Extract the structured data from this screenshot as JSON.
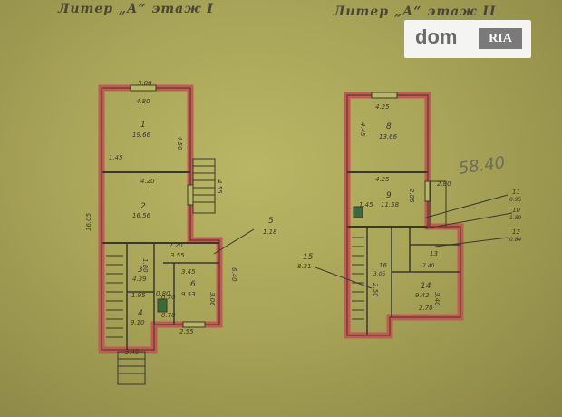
{
  "header": {
    "floor1_title": "Литер „А“ этаж I",
    "floor2_title": "Литер „А“ этаж II"
  },
  "logo": {
    "part1": "dom",
    "part2": "RIA"
  },
  "colors": {
    "wall": "#c35a52",
    "ink": "#3a382c",
    "paper": "#a8a458"
  },
  "floor1": {
    "dims": [
      "5.06",
      "4.80",
      "4.50",
      "4.20",
      "4.55",
      "16.05",
      "6.40",
      "3.45",
      "3.06",
      "2.55",
      "3.40",
      "0.70"
    ],
    "rooms": [
      {
        "num": "1",
        "area": "19.66"
      },
      {
        "num": "2",
        "area": "16.56"
      },
      {
        "num": "3",
        "area": "4.39"
      },
      {
        "num": "4",
        "area": "9.10"
      },
      {
        "num": "5",
        "area": "1.18"
      },
      {
        "num": "6",
        "area": "9.53"
      }
    ],
    "misc": [
      "2.20",
      "3.55",
      "1.80",
      "1.95",
      "0.80",
      "1.45",
      "0.70"
    ]
  },
  "floor2": {
    "dims": [
      "4.25",
      "4.45",
      "4.25",
      "2.85",
      "3.40",
      "2.70",
      "2.50",
      "1.45",
      "2.80"
    ],
    "rooms": [
      {
        "num": "8",
        "area": "13.66"
      },
      {
        "num": "9",
        "area": "11.58"
      },
      {
        "num": "11",
        "area": "0.95"
      },
      {
        "num": "10",
        "area": "1.89"
      },
      {
        "num": "12",
        "area": "0.84"
      },
      {
        "num": "13",
        "area": "7.40"
      },
      {
        "num": "14",
        "area": "9.42"
      },
      {
        "num": "15",
        "area": "8.31"
      },
      {
        "num": "16",
        "area": "3.05"
      }
    ],
    "note": "58.40"
  }
}
